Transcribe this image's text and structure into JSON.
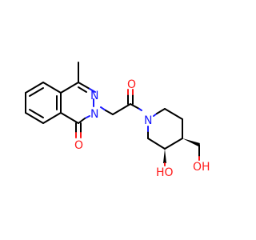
{
  "molecule": {
    "atom_labels": {
      "n_ring_1": "N",
      "n_ring_2": "N",
      "n_piperidine": "N",
      "o_ring_carbonyl": "O",
      "o_amide_carbonyl": "O",
      "oh_ring": "HO",
      "oh_hydroxymethyl": "OH"
    },
    "colors": {
      "carbon": "#000000",
      "nitrogen": "#1a1aff",
      "oxygen": "#ff1a1a"
    }
  }
}
